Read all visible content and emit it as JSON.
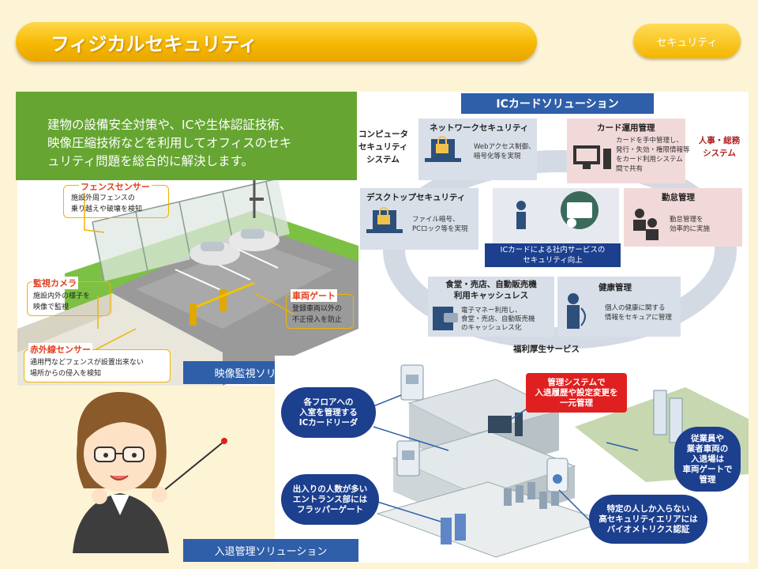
{
  "header": {
    "title": "フィジカルセキュリティ",
    "category": "セキュリティ",
    "accent_color": "#f6b800"
  },
  "intro": {
    "lines": [
      "建物の設備安全対策や、ICや生体認証技術、",
      "映像圧縮技術などを利用してオフィスのセキ",
      "ュリティ問題を総合的に解決します。"
    ],
    "color": "#66a532"
  },
  "video": {
    "banner": "映像監視ソリューション",
    "callouts": {
      "fence": {
        "title": "フェンスセンサー",
        "lines": [
          "施設外周フェンスの",
          "乗り越えや破壊を検知"
        ]
      },
      "camera": {
        "title": "監視カメラ",
        "lines": [
          "施設内外の様子を",
          "映像で監視"
        ]
      },
      "gate": {
        "title": "車両ゲート",
        "lines": [
          "登録車両以外の",
          "不正侵入を防止"
        ]
      },
      "infrared": {
        "title": "赤外線センサー",
        "lines": [
          "通用門などフェンスが設置出来ない",
          "場所からの侵入を検知"
        ]
      }
    }
  },
  "ic": {
    "banner": "ICカードソリューション",
    "left_label": [
      "コンピュータ",
      "セキュリティ",
      "システム"
    ],
    "right_label": [
      "人事・総務",
      "システム"
    ],
    "bottom_label": "福利厚生サービス",
    "network": {
      "title": "ネットワークセキュリティ",
      "lines": [
        "Webアクセス制御、",
        "暗号化等を実現"
      ]
    },
    "desktop": {
      "title": "デスクトップセキュリティ",
      "lines": [
        "ファイル暗号、",
        "PCロック等を実現"
      ]
    },
    "card_ops": {
      "title": "カード運用管理",
      "lines": [
        "カードを手中管理し、",
        "発行・失効・権限情報等",
        "をカード利用システム",
        "間で共有"
      ]
    },
    "attendance": {
      "title": "勤怠管理",
      "lines": [
        "勤怠管理を",
        "効率的に実施"
      ]
    },
    "cashless": {
      "title_lines": [
        "食堂・売店、自動販売機",
        "利用キャッシュレス"
      ],
      "lines": [
        "電子マネー利用し、",
        "食堂・売店、自動販売機",
        "のキャッシュレス化"
      ]
    },
    "health": {
      "title": "健康管理",
      "lines": [
        "個人の健康に関する",
        "情報をセキュアに管理"
      ]
    },
    "center": {
      "lines": [
        "ICカードによる社内サービスの",
        "セキュリティ向上"
      ]
    }
  },
  "access": {
    "banner": "入退管理ソリューション",
    "bubbles": {
      "floor": [
        "各フロアへの",
        "入室を管理する",
        "ICカードリーダ"
      ],
      "mgmt": [
        "管理システムで",
        "入退履歴や設定変更を",
        "一元管理"
      ],
      "vehicle": [
        "従業員や",
        "業者車両の",
        "入退場は",
        "車両ゲートで",
        "管理"
      ],
      "flapper": [
        "出入りの人数が多い",
        "エントランス部には",
        "フラッパーゲート"
      ],
      "biometric": [
        "特定の人しか入らない",
        "高セキュリティエリアには",
        "バイオメトリクス認証"
      ]
    },
    "mgmt_color": "#e02020",
    "bubble_color": "#1c3f8e"
  }
}
